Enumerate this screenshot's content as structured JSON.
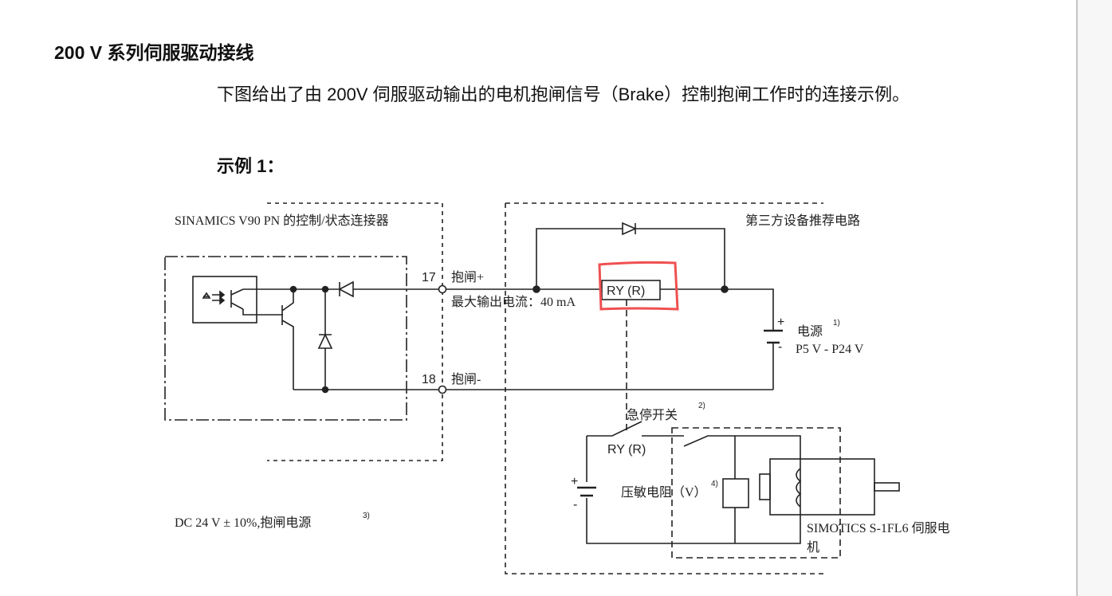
{
  "heading": "200 V 系列伺服驱动接线",
  "paragraph": "下图给出了由 200V 伺服驱动输出的电机抱闸信号（Brake）控制抱闸工作时的连接示例。",
  "example_label": "示例 1：",
  "diagram": {
    "connector_title": "SINAMICS V90 PN 的控制/状态连接器",
    "pin17": "17",
    "pin17_label": "抱闸+",
    "max_current": "最大输出电流：40 mA",
    "pin18": "18",
    "pin18_label": "抱闸-",
    "third_party_title": "第三方设备推荐电路",
    "relay_coil": "RY (R)",
    "power_label": "电源",
    "power_note": "1)",
    "power_range": "P5 V - P24 V",
    "plus": "+",
    "minus": "-",
    "estop_label": "急停开关",
    "estop_note": "2)",
    "relay_contact": "RY (R)",
    "varistor_label": "压敏电阻（V）",
    "varistor_note": "4)",
    "motor_label_1": "SIMOTICS S-1FL6 伺服电",
    "motor_label_2": "机",
    "brake_supply": "DC 24 V ± 10%,抱闸电源",
    "brake_supply_note": "3)"
  },
  "colors": {
    "highlight": "#f05050",
    "sidebar": "#f7f7f7"
  }
}
